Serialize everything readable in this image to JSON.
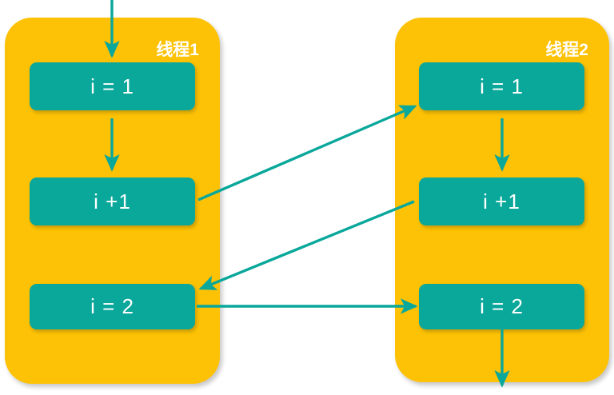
{
  "diagram": {
    "title_hidden": "",
    "colors": {
      "panel_fill": "#fdc205",
      "box_fill": "#0aa79b",
      "arrow_stroke": "#0aa79b",
      "text_on_panel": "#ffffff",
      "text_on_box": "#ffffff",
      "background": "#ffffff"
    },
    "threads": [
      {
        "id": "thread-1",
        "label": "线程1",
        "steps": [
          {
            "id": "t1-step-1",
            "label": "i = 1"
          },
          {
            "id": "t1-step-2",
            "label": "i +1"
          },
          {
            "id": "t1-step-3",
            "label": "i = 2"
          }
        ]
      },
      {
        "id": "thread-2",
        "label": "线程2",
        "steps": [
          {
            "id": "t2-step-1",
            "label": "i = 1"
          },
          {
            "id": "t2-step-2",
            "label": "i +1"
          },
          {
            "id": "t2-step-3",
            "label": "i = 2"
          }
        ]
      }
    ],
    "connectors": [
      {
        "id": "entry-arrow",
        "kind": "vertical",
        "from": "top-edge",
        "to": "t1-step-1"
      },
      {
        "id": "t1-flow-1-2",
        "kind": "vertical",
        "from": "t1-step-1",
        "to": "t1-step-2"
      },
      {
        "id": "t1-flow-2-3",
        "kind": "vertical",
        "from": "t1-step-2",
        "to": "t1-step-3"
      },
      {
        "id": "t2-flow-1-2",
        "kind": "vertical",
        "from": "t2-step-1",
        "to": "t2-step-2"
      },
      {
        "id": "t2-flow-2-3",
        "kind": "vertical",
        "from": "t2-step-2",
        "to": "t2-step-3"
      },
      {
        "id": "exit-arrow",
        "kind": "vertical",
        "from": "t2-step-3",
        "to": "bottom-edge"
      },
      {
        "id": "cross-t1p1-to-t2s1",
        "kind": "diagonal-up-right",
        "from": "t1-step-2",
        "to": "t2-step-1"
      },
      {
        "id": "cross-t2p1-to-t1s3",
        "kind": "diagonal-down-left",
        "from": "t2-step-2",
        "to": "t1-step-3"
      },
      {
        "id": "cross-t1s3-to-t2s3",
        "kind": "horizontal-right",
        "from": "t1-step-3",
        "to": "t2-step-3"
      }
    ]
  }
}
